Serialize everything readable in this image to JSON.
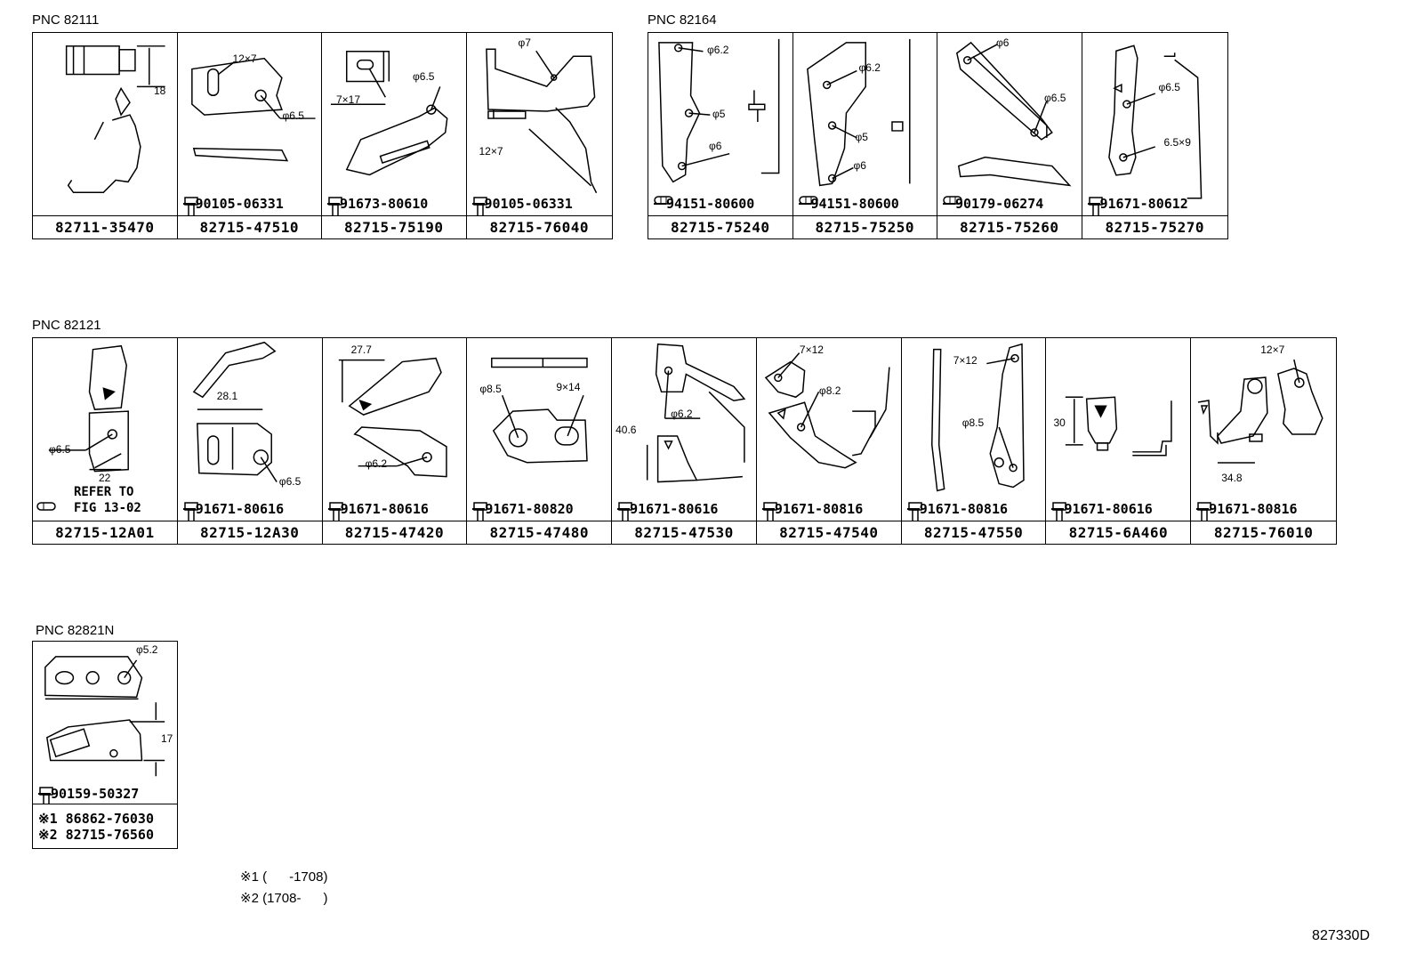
{
  "groups": {
    "g1": {
      "pnc": "PNC 82111",
      "cells": [
        {
          "part": "82711-35470",
          "dims": [
            "18"
          ]
        },
        {
          "part": "82715-47510",
          "bolt": "90105-06331",
          "dims": [
            "12×7",
            "φ6.5"
          ]
        },
        {
          "part": "82715-75190",
          "bolt": "91673-80610",
          "dims": [
            "φ6.5",
            "7×17"
          ]
        },
        {
          "part": "82715-76040",
          "bolt": "90105-06331",
          "dims": [
            "φ7",
            "12×7"
          ]
        }
      ]
    },
    "g2": {
      "pnc": "PNC 82164",
      "cells": [
        {
          "part": "82715-75240",
          "bolt": "94151-80600",
          "dims": [
            "φ6.2",
            "φ5",
            "φ6"
          ]
        },
        {
          "part": "82715-75250",
          "bolt": "94151-80600",
          "dims": [
            "φ6.2",
            "φ5",
            "φ6"
          ]
        },
        {
          "part": "82715-75260",
          "bolt": "90179-06274",
          "dims": [
            "φ6",
            "φ6.5"
          ]
        },
        {
          "part": "82715-75270",
          "bolt": "91671-80612",
          "dims": [
            "φ6.5",
            "6.5×9"
          ]
        }
      ]
    },
    "g3": {
      "pnc": "PNC 82121",
      "cells": [
        {
          "part": "82715-12A01",
          "dims": [
            "φ6.5",
            "22"
          ],
          "refer": [
            "REFER TO",
            "FIG 13-02"
          ]
        },
        {
          "part": "82715-12A30",
          "bolt": "91671-80616",
          "dims": [
            "28.1",
            "φ6.5"
          ]
        },
        {
          "part": "82715-47420",
          "bolt": "91671-80616",
          "dims": [
            "27.7",
            "φ6.2"
          ]
        },
        {
          "part": "82715-47480",
          "bolt": "91671-80820",
          "dims": [
            "φ8.5",
            "9×14"
          ]
        },
        {
          "part": "82715-47530",
          "bolt": "91671-80616",
          "dims": [
            "φ6.2",
            "40.6"
          ]
        },
        {
          "part": "82715-47540",
          "bolt": "91671-80816",
          "dims": [
            "7×12",
            "φ8.2"
          ]
        },
        {
          "part": "82715-47550",
          "bolt": "91671-80816",
          "dims": [
            "7×12",
            "φ8.5"
          ]
        },
        {
          "part": "82715-6A460",
          "bolt": "91671-80616",
          "dims": [
            "30"
          ]
        },
        {
          "part": "82715-76010",
          "bolt": "91671-80816",
          "dims": [
            "12×7",
            "34.8"
          ]
        }
      ]
    },
    "g4": {
      "pnc": "PNC 82821N",
      "bolt": "90159-50327",
      "dims": [
        "φ5.2",
        "17"
      ],
      "lines": [
        "※1 86862-76030",
        "※2 82715-76560"
      ]
    }
  },
  "notes": [
    "※1 (      -1708)",
    "※2 (1708-      )"
  ],
  "diagram_code": "827330D"
}
